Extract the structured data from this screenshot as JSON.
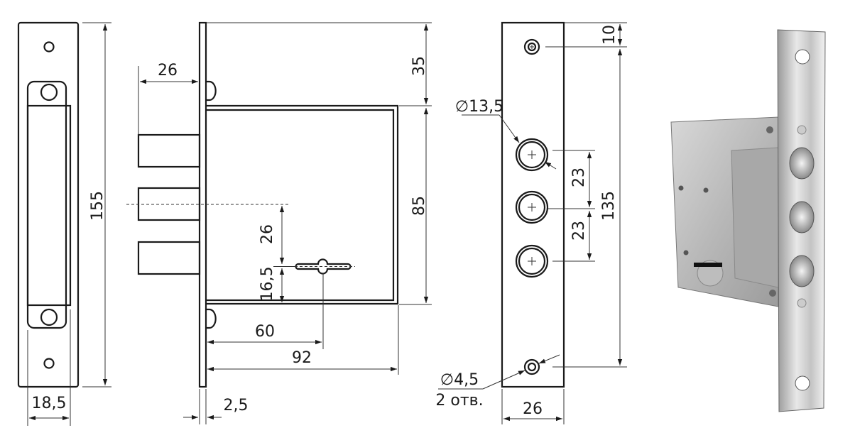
{
  "title": "Mortise lock dimension drawing",
  "strike_plate": {
    "height": "155",
    "width": "18,5"
  },
  "lock_side": {
    "bolt_projection": "26",
    "backset_top": "35",
    "case_height": "85",
    "key_to_bolt": "26",
    "key_to_bottom": "16,5",
    "backset": "60",
    "case_depth": "92",
    "faceplate_thickness": "2,5"
  },
  "faceplate": {
    "bolt_diameter": "∅13,5",
    "top_offset": "10",
    "hole_spacing_1": "23",
    "hole_spacing_2": "23",
    "screw_spacing": "135",
    "screw_diameter": "∅4,5",
    "screw_count": "2 отв.",
    "width": "26"
  },
  "colors": {
    "line": "#1a1a1a",
    "background": "#ffffff"
  }
}
